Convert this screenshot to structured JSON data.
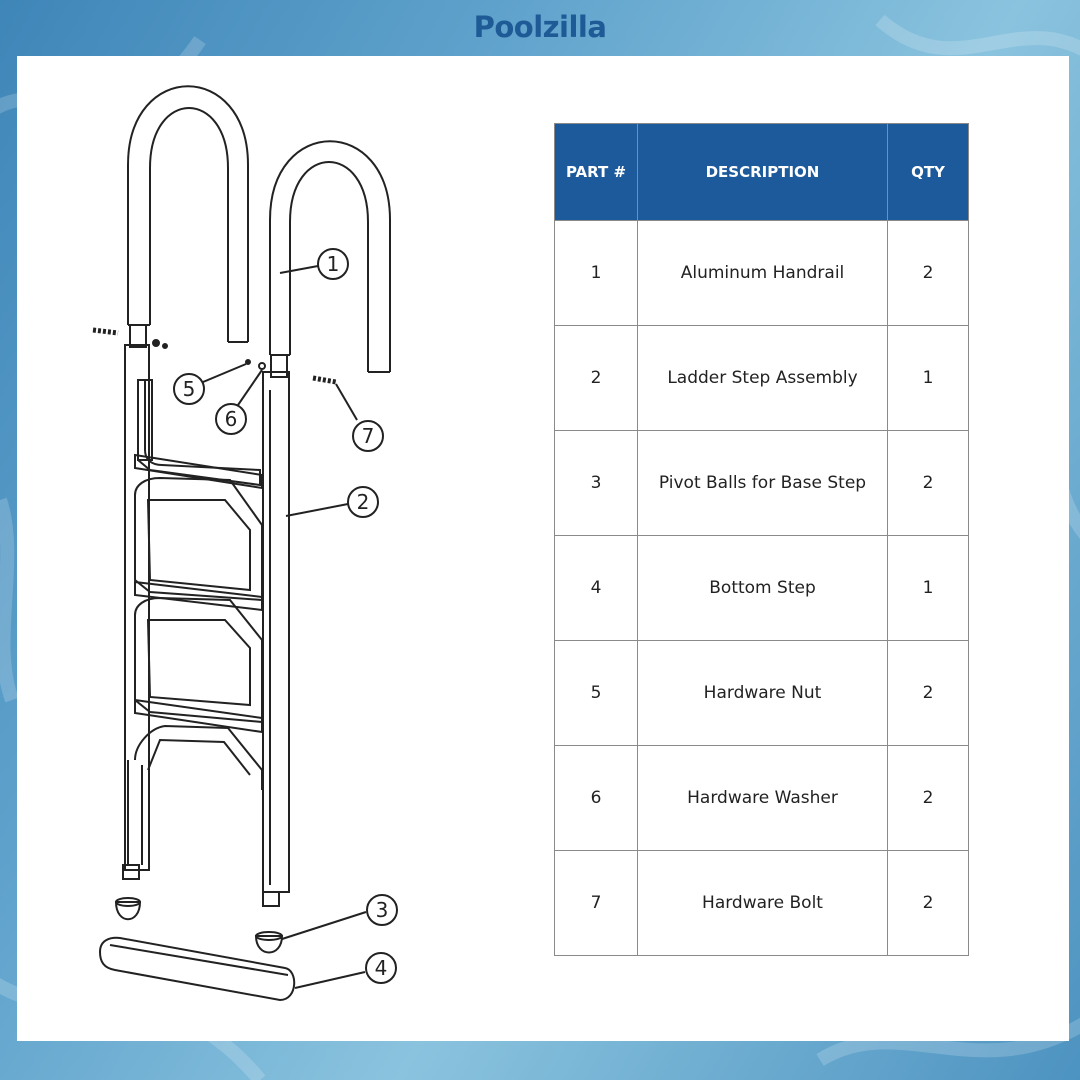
{
  "brand": {
    "name": "Poolzilla"
  },
  "table": {
    "headers": {
      "part": "PART #",
      "description": "DESCRIPTION",
      "qty": "QTY"
    },
    "rows": [
      {
        "part": "1",
        "description": "Aluminum Handrail",
        "qty": "2"
      },
      {
        "part": "2",
        "description": "Ladder Step Assembly",
        "qty": "1"
      },
      {
        "part": "3",
        "description": "Pivot Balls for Base Step",
        "qty": "2"
      },
      {
        "part": "4",
        "description": "Bottom Step",
        "qty": "1"
      },
      {
        "part": "5",
        "description": "Hardware Nut",
        "qty": "2"
      },
      {
        "part": "6",
        "description": "Hardware Washer",
        "qty": "2"
      },
      {
        "part": "7",
        "description": "Hardware Bolt",
        "qty": "2"
      }
    ]
  },
  "callouts": [
    "1",
    "2",
    "3",
    "4",
    "5",
    "6",
    "7"
  ],
  "colors": {
    "brand": "#1d5a96",
    "header_bg": "#1d5a9c",
    "header_text": "#ffffff"
  }
}
